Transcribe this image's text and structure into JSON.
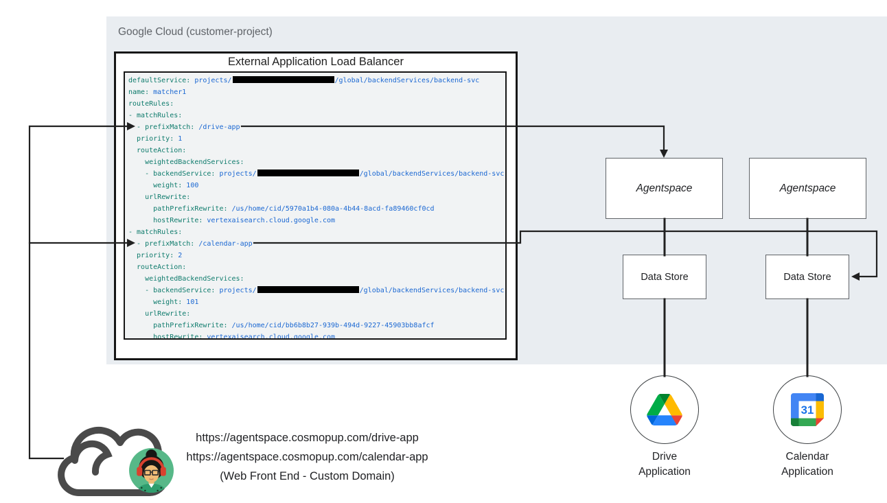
{
  "header": {
    "label": "Google Cloud (customer-project)"
  },
  "load_balancer": {
    "title": "External Application Load Balancer"
  },
  "code": {
    "description": "URL map YAML shown inside the load balancer",
    "lines": [
      [
        {
          "t": "defaultService: ",
          "c": "k"
        },
        {
          "t": "projects/",
          "c": "v"
        },
        {
          "bar": true
        },
        {
          "t": "/global/backendServices/backend-svc",
          "c": "v"
        }
      ],
      [
        {
          "t": "name: ",
          "c": "k"
        },
        {
          "t": "matcher1",
          "c": "v"
        }
      ],
      [
        {
          "t": "routeRules:",
          "c": "k"
        }
      ],
      [
        {
          "t": "- matchRules:",
          "c": "k"
        }
      ],
      [
        {
          "t": "  - prefixMatch: ",
          "c": "k"
        },
        {
          "t": "/drive-app",
          "c": "v"
        }
      ],
      [
        {
          "t": "  priority: ",
          "c": "k"
        },
        {
          "t": "1",
          "c": "v"
        }
      ],
      [
        {
          "t": "  routeAction:",
          "c": "k"
        }
      ],
      [
        {
          "t": "    weightedBackendServices:",
          "c": "k"
        }
      ],
      [
        {
          "t": "    - backendService: ",
          "c": "k"
        },
        {
          "t": "projects/",
          "c": "v"
        },
        {
          "bar": true
        },
        {
          "t": "/global/backendServices/backend-svc",
          "c": "v"
        }
      ],
      [
        {
          "t": "      weight: ",
          "c": "k"
        },
        {
          "t": "100",
          "c": "v"
        }
      ],
      [
        {
          "t": "    urlRewrite:",
          "c": "k"
        }
      ],
      [
        {
          "t": "      pathPrefixRewrite: ",
          "c": "k"
        },
        {
          "t": "/us/home/cid/5970a1b4-080a-4b44-8acd-fa89460cf0cd",
          "c": "v"
        }
      ],
      [
        {
          "t": "      hostRewrite: ",
          "c": "k"
        },
        {
          "t": "vertexaisearch.cloud.google.com",
          "c": "v"
        }
      ],
      [
        {
          "t": "- matchRules:",
          "c": "k"
        }
      ],
      [
        {
          "t": "  - prefixMatch: ",
          "c": "k"
        },
        {
          "t": "/calendar-app",
          "c": "v"
        }
      ],
      [
        {
          "t": "  priority: ",
          "c": "k"
        },
        {
          "t": "2",
          "c": "v"
        }
      ],
      [
        {
          "t": "  routeAction:",
          "c": "k"
        }
      ],
      [
        {
          "t": "    weightedBackendServices:",
          "c": "k"
        }
      ],
      [
        {
          "t": "    - backendService: ",
          "c": "k"
        },
        {
          "t": "projects/",
          "c": "v"
        },
        {
          "bar": true
        },
        {
          "t": "/global/backendServices/backend-svc",
          "c": "v"
        }
      ],
      [
        {
          "t": "      weight: ",
          "c": "k"
        },
        {
          "t": "101",
          "c": "v"
        }
      ],
      [
        {
          "t": "    urlRewrite:",
          "c": "k"
        }
      ],
      [
        {
          "t": "      pathPrefixRewrite: ",
          "c": "k"
        },
        {
          "t": "/us/home/cid/bb6b8b27-939b-494d-9227-45903bb8afcf",
          "c": "v"
        }
      ],
      [
        {
          "t": "      hostRewrite: ",
          "c": "k"
        },
        {
          "t": "vertexaisearch.cloud.google.com",
          "c": "v"
        }
      ]
    ]
  },
  "boxes": {
    "agentspace1": {
      "label": "Agentspace"
    },
    "agentspace2": {
      "label": "Agentspace"
    },
    "datastore1": {
      "label": "Data Store"
    },
    "datastore2": {
      "label": "Data Store"
    }
  },
  "apps": {
    "drive": {
      "line1": "Drive",
      "line2": "Application",
      "icon": "google-drive-icon"
    },
    "calendar": {
      "line1": "Calendar",
      "line2": "Application",
      "icon": "google-calendar-icon",
      "icon_text": "31"
    }
  },
  "footer": {
    "urls": [
      "https://agentspace.cosmopup.com/drive-app",
      "https://agentspace.cosmopup.com/calendar-app",
      "(Web Front End - Custom Domain)"
    ],
    "icons": [
      "cloud-icon",
      "user-avatar-icon"
    ]
  },
  "colors": {
    "panel_bg": "#e9edf1",
    "code_bg": "#f1f3f4",
    "code_key": "#0e7b6c",
    "code_value": "#1a67d2",
    "redaction": "#000000",
    "connector": "#212121",
    "box_border": "#5f6368",
    "drive_blue": "#2684fc",
    "drive_green": "#00ac47",
    "drive_yellow": "#ffba00",
    "drive_red": "#ea4335",
    "calendar_blue": "#4285f4",
    "calendar_yellow": "#fbbc04",
    "calendar_green": "#34a853",
    "calendar_red": "#ea4335",
    "avatar_bg": "#57b888",
    "cloud_stroke": "#4a4a4a"
  }
}
